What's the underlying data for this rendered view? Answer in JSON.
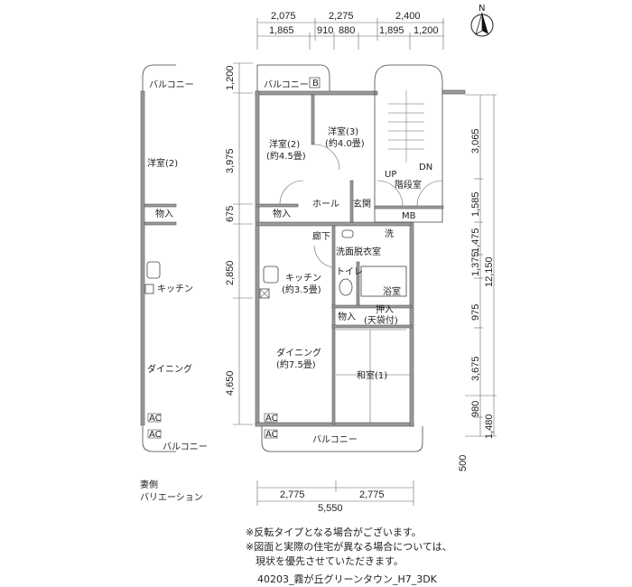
{
  "dims_top_row1": [
    "2,075",
    "2,275",
    "2,400"
  ],
  "dims_top_row2": [
    "1,865",
    "910",
    "880",
    "1,895",
    "1,200"
  ],
  "dims_left": [
    "1,200",
    "3,975",
    "675",
    "2,850",
    "4,650"
  ],
  "dims_right_inner": [
    "3,065",
    "1,585",
    "1,475",
    "1,375",
    "975",
    "3,675",
    "980",
    "500"
  ],
  "dims_right_outer": [
    "12,150",
    "1,480"
  ],
  "dims_bottom": [
    "2,775",
    "2,775",
    "5,550"
  ],
  "compass": "N",
  "rooms": {
    "balcony_top": "バルコニー",
    "balcony_b": "B",
    "western2": "洋室(2)",
    "western2_size": "(約4.5畳)",
    "western3": "洋室(3)",
    "western3_size": "(約4.0畳)",
    "stairs": "階段室",
    "up": "UP",
    "dn": "DN",
    "storage1": "物入",
    "hall": "ホール",
    "entrance": "玄関",
    "mb": "MB",
    "corridor": "廊下",
    "washer": "洗",
    "washroom": "洗面脱衣室",
    "toilet": "トイレ",
    "bath": "浴室",
    "kitchen": "キッチン",
    "kitchen_size": "(約3.5畳)",
    "storage2": "物入",
    "closet": "押入",
    "closet_sub": "(天袋付)",
    "dining": "ダイニング",
    "dining_size": "(約7.5畳)",
    "japanese": "和室(1)",
    "ac1": "AC",
    "ac2": "AC",
    "balcony_bottom": "バルコニー"
  },
  "side_variation": {
    "balcony_top": "バルコニー",
    "western2": "洋室(2)",
    "storage": "物入",
    "kitchen": "キッチン",
    "dining": "ダイニング",
    "ac1": "AC",
    "ac2": "AC",
    "balcony_bottom": "バルコニー",
    "caption1": "妻側",
    "caption2": "バリエーション"
  },
  "notes": [
    "※反転タイプとなる場合がございます。",
    "※図面と実際の住宅が異なる場合については、",
    "　現状を優先させていただきます。"
  ],
  "footer": "40203_霧が丘グリーンタウン_H7_3DK"
}
